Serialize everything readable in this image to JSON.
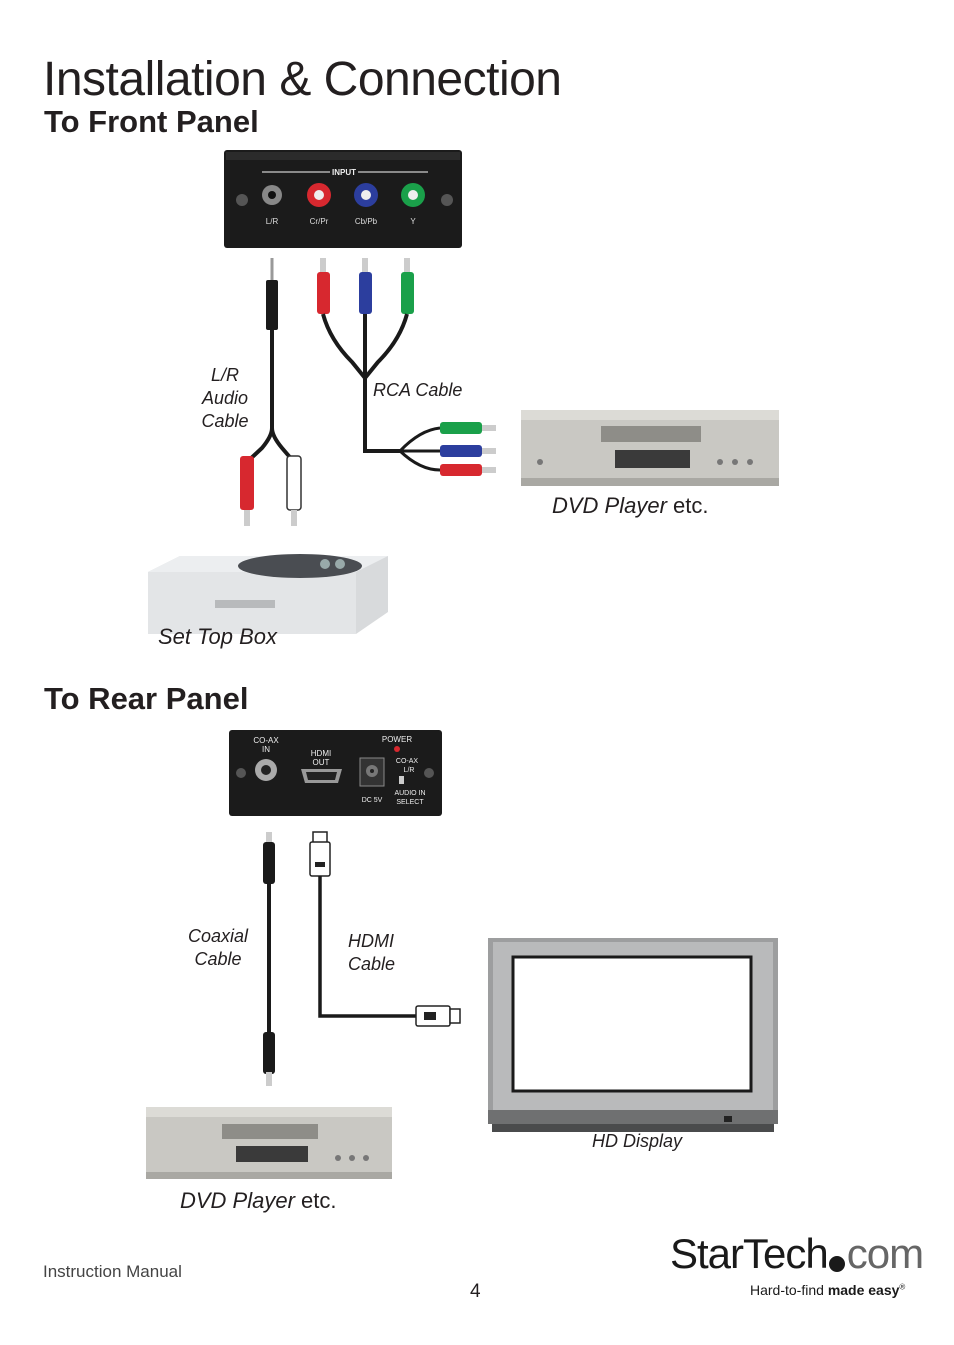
{
  "page": {
    "title": "Installation & Connection",
    "front_heading": "To Front Panel",
    "rear_heading": "To Rear Panel",
    "footer_left": "Instruction Manual",
    "page_number": "4"
  },
  "front": {
    "input_label": "INPUT",
    "port_labels": [
      "L/R",
      "Cr/Pr",
      "Cb/Pb",
      "Y"
    ],
    "lr_cable_lines": [
      "L/R",
      "Audio",
      "Cable"
    ],
    "rca_cable": "RCA Cable",
    "dvd_italic": "DVD Player",
    "dvd_suffix": " etc.",
    "settop": "Set Top Box"
  },
  "rear": {
    "coax_in": [
      "CO-AX",
      "IN"
    ],
    "hdmi_out": [
      "HDMI",
      "OUT"
    ],
    "power": "POWER",
    "coax_lr": [
      "CO-AX",
      "L/R"
    ],
    "dc5v": "DC 5V",
    "audio_in": [
      "AUDIO IN",
      "SELECT"
    ],
    "coax_cable_lines": [
      "Coaxial",
      "Cable"
    ],
    "hdmi_cable_lines": [
      "HDMI",
      "Cable"
    ],
    "hd_display": "HD Display",
    "dvd_italic": "DVD Player",
    "dvd_suffix": " etc."
  },
  "logo": {
    "name_part1": "StarTech",
    "name_part2": "com",
    "tag_plain": "Hard-to-find ",
    "tag_bold": "made easy",
    "tag_mark": "®"
  },
  "colors": {
    "red": "#d7282f",
    "blue": "#2c3e9e",
    "green": "#1aa04a",
    "device_black": "#1b1b1b",
    "silver": "#c9c8c3"
  }
}
